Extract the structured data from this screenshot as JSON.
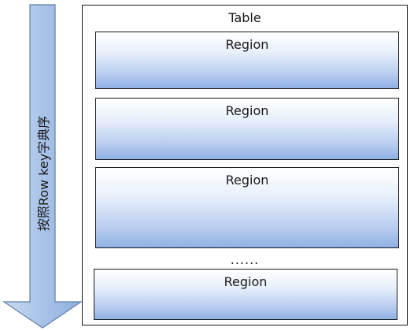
{
  "sort_arrow": {
    "label": "按照Row key字典序",
    "fill_color": "#a9c3e8",
    "stroke_color": "#5f7fa8"
  },
  "table": {
    "title": "Table",
    "regions": [
      {
        "label": "Region"
      },
      {
        "label": "Region"
      },
      {
        "label": "Region"
      },
      {
        "label": "Region"
      }
    ],
    "ellipsis": "......",
    "region_gradient": [
      "#ffffff",
      "#8eb0e4"
    ]
  }
}
